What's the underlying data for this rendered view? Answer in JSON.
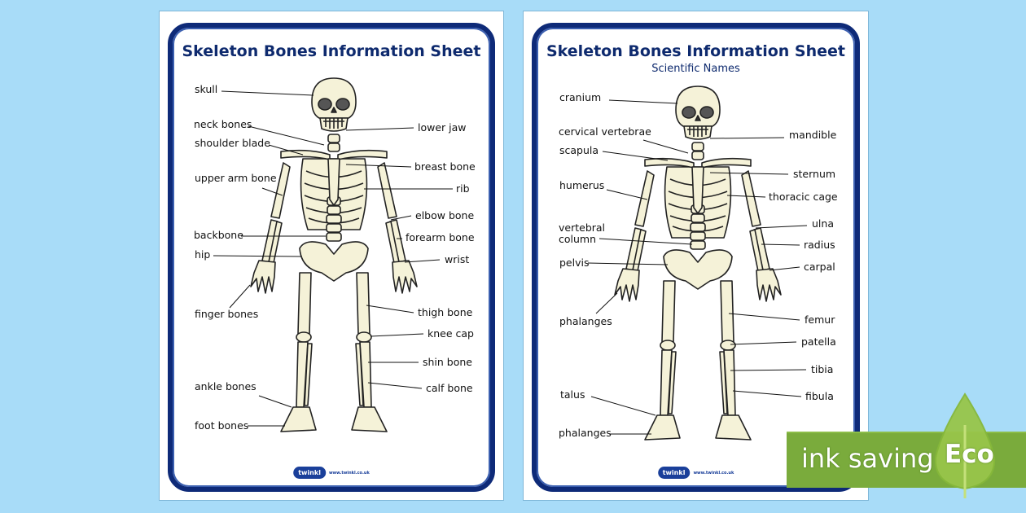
{
  "sheet1": {
    "title": "Skeleton Bones Information Sheet",
    "labels": [
      "skull",
      "neck bones",
      "shoulder blade",
      "upper arm bone",
      "backbone",
      "hip",
      "finger bones",
      "ankle bones",
      "foot bones",
      "lower jaw",
      "breast bone",
      "rib",
      "elbow bone",
      "forearm bone",
      "wrist",
      "thigh bone",
      "knee cap",
      "shin bone",
      "calf bone"
    ],
    "logo": "twinkl",
    "url": "www.twinkl.co.uk"
  },
  "sheet2": {
    "title": "Skeleton Bones Information Sheet",
    "subtitle": "Scientific Names",
    "labels": [
      "cranium",
      "cervical vertebrae",
      "scapula",
      "humerus",
      "vertebral",
      "column",
      "pelvis",
      "phalanges",
      "talus",
      "phalanges",
      "mandible",
      "sternum",
      "thoracic cage",
      "ulna",
      "radius",
      "carpal",
      "femur",
      "patella",
      "tibia",
      "fibula"
    ],
    "logo": "twinkl",
    "url": "www.twinkl.co.uk"
  },
  "badge": {
    "text": "ink saving",
    "eco": "Eco",
    "color": "#7aab3c"
  },
  "colors": {
    "background": "#a8dcf8",
    "frame": "#0e2a78",
    "bone": "#f5f2d8"
  }
}
